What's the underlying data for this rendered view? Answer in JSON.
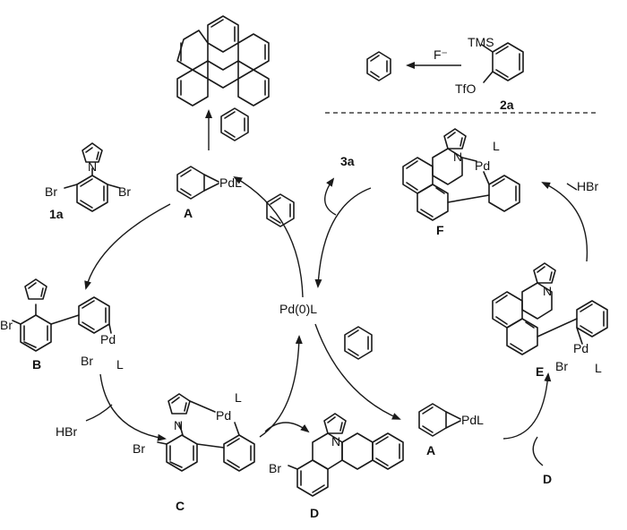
{
  "title": "",
  "benzyne_generation": {
    "precursor_tms": "TMS",
    "precursor_otf": "TfO",
    "precursor_id": "2a",
    "reagent": "F⁻"
  },
  "intermediates": {
    "A_top": {
      "label": "PdL",
      "id": "A"
    },
    "A_right": {
      "label": "PdL",
      "id": "A"
    },
    "B": {
      "pd": "Pd",
      "br": "Br",
      "l": "L",
      "br2": "Br",
      "id": "B"
    },
    "C": {
      "pd": "Pd",
      "l": "L",
      "br": "Br",
      "n": "N",
      "id": "C"
    },
    "D": {
      "br": "Br",
      "n": "N",
      "id": "D"
    },
    "E": {
      "pd": "Pd",
      "br": "Br",
      "l": "L",
      "n": "N",
      "id": "E"
    },
    "F": {
      "pd": "Pd",
      "l": "L",
      "n": "N",
      "id": "F"
    },
    "start_1a": {
      "br_left": "Br",
      "br_right": "Br",
      "n": "N",
      "id": "1a"
    }
  },
  "catalyst": "Pd(0)L",
  "byproducts": {
    "hbr_left": "HBr",
    "hbr_right": "HBr"
  },
  "labels": {
    "3a": "3a",
    "D_in": "D"
  }
}
